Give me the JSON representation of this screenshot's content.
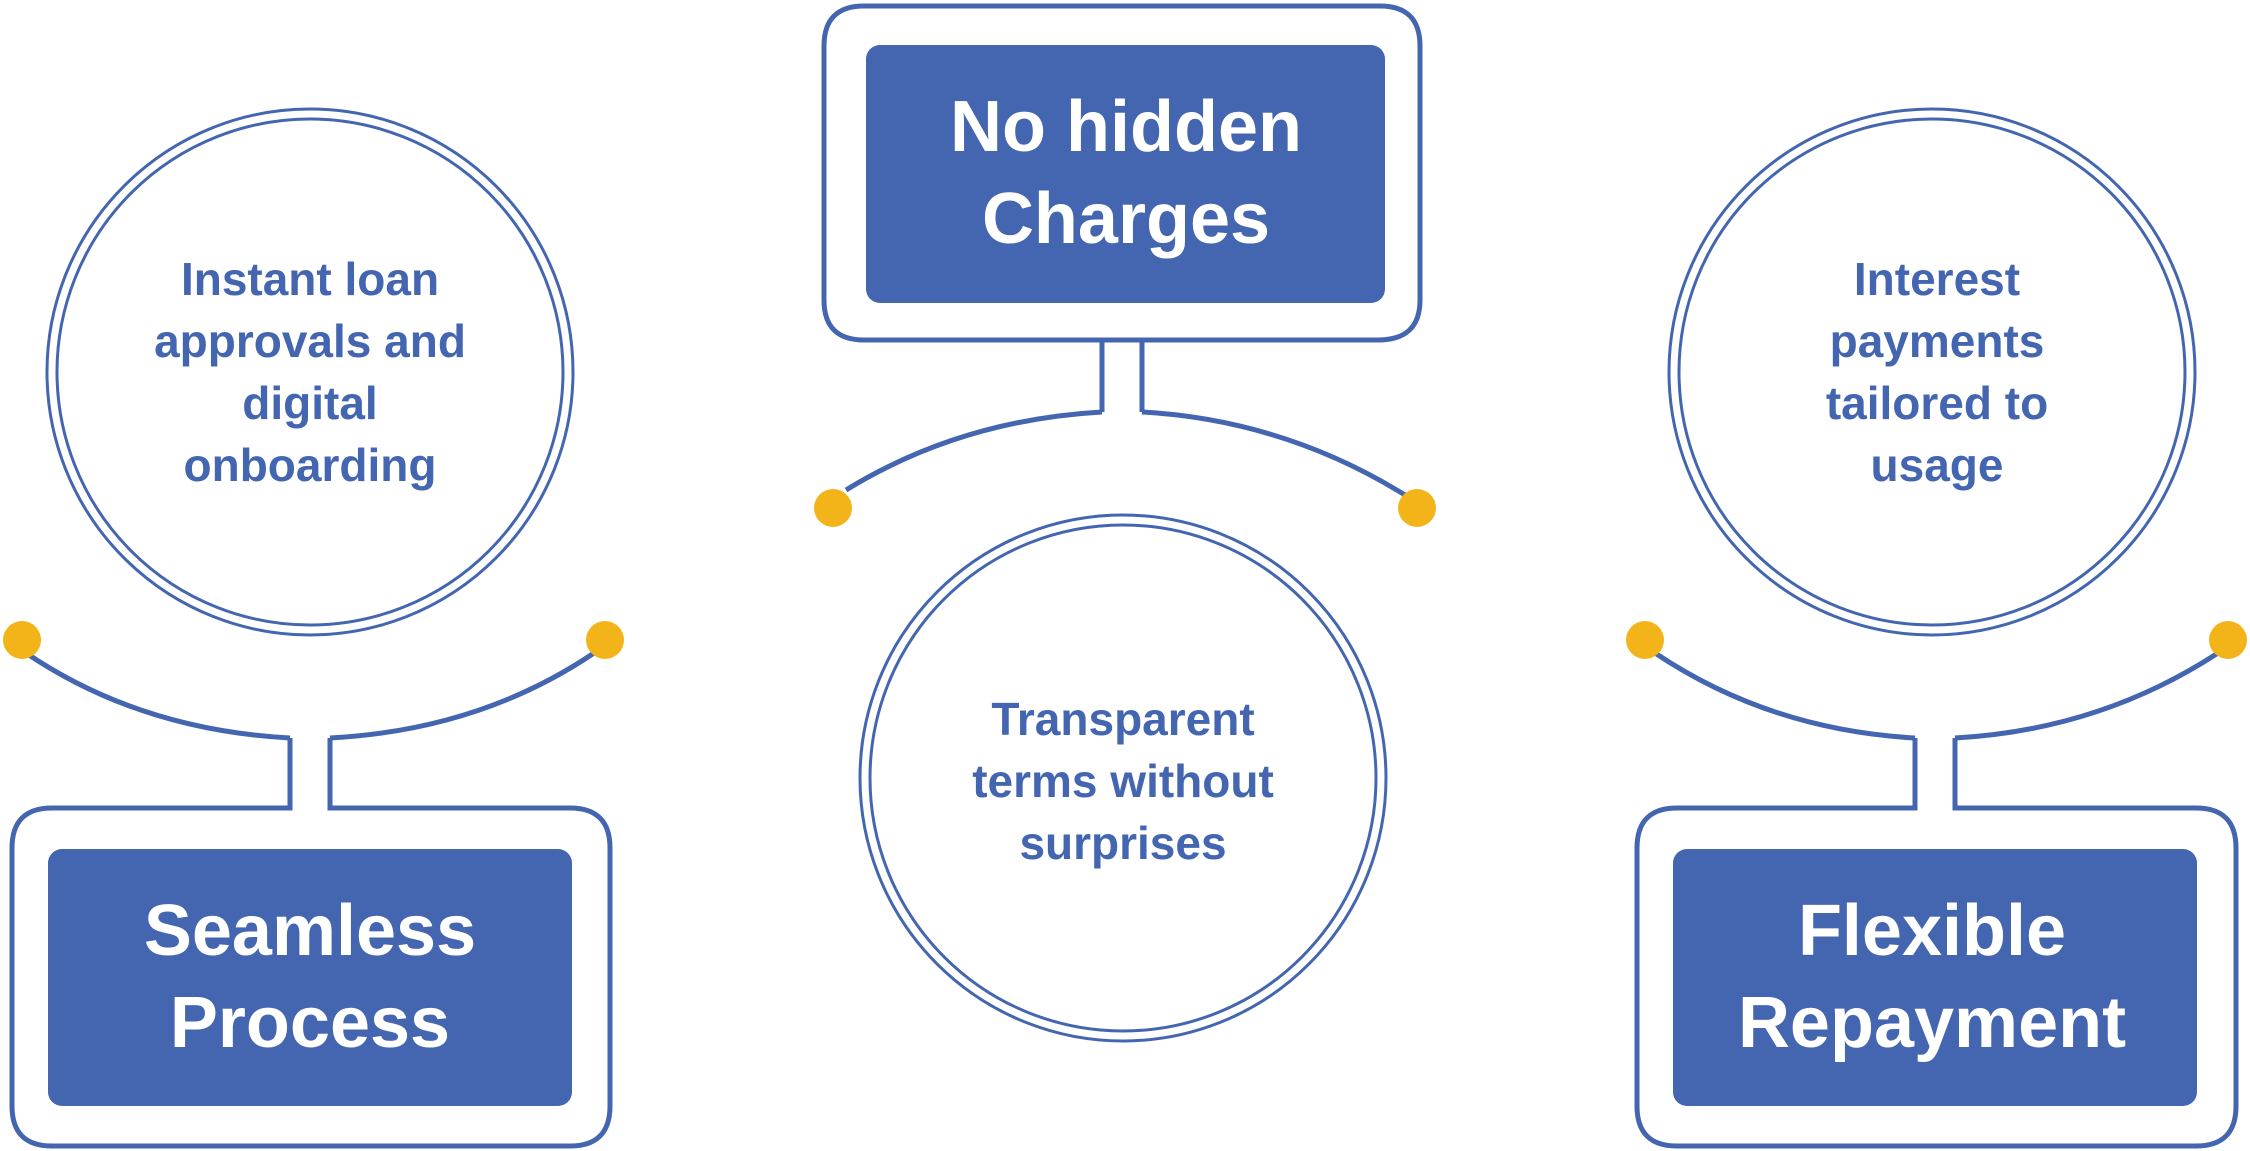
{
  "colors": {
    "primary": "#4466b0",
    "accent": "#f2b418",
    "background": "#ffffff"
  },
  "cards": [
    {
      "title": "Seamless Process",
      "description": "Instant loan approvals and digital onboarding"
    },
    {
      "title": "No hidden Charges",
      "description": "Transparent terms without surprises"
    },
    {
      "title": "Flexible Repayment",
      "description": "Interest payments tailored to usage"
    }
  ]
}
